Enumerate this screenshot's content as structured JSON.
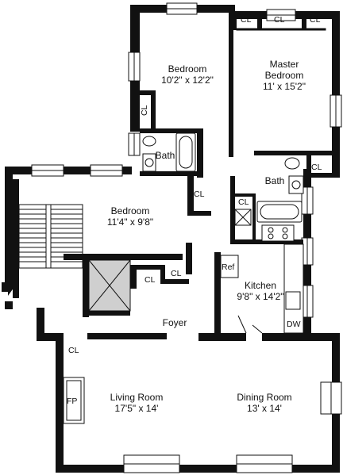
{
  "rooms": {
    "bedroom_top": {
      "name": "Bedroom",
      "size": "10'2\" x 12'2\""
    },
    "master": {
      "name_line1": "Master",
      "name_line2": "Bedroom",
      "size": "11' x 15'2\""
    },
    "bedroom_mid": {
      "name": "Bedroom",
      "size": "11'4\" x 9'8\""
    },
    "kitchen": {
      "name": "Kitchen",
      "size": "9'8\" x 14'2\""
    },
    "foyer": {
      "name": "Foyer"
    },
    "living": {
      "name": "Living Room",
      "size": "17'5\" x 14'"
    },
    "dining": {
      "name": "Dining Room",
      "size": "13' x 14'"
    },
    "bath_upper": {
      "name": "Bath"
    },
    "bath_lower": {
      "name": "Bath"
    }
  },
  "fixtures": {
    "closet": "CL",
    "refrigerator": "Ref",
    "dishwasher": "DW",
    "fireplace": "FP"
  }
}
